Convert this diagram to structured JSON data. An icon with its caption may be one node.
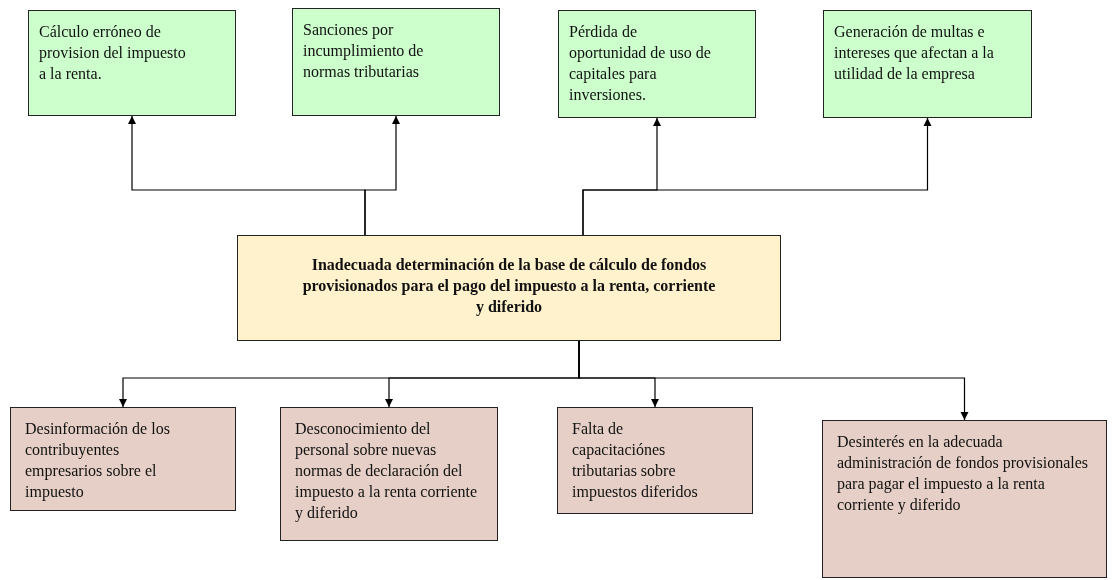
{
  "diagram": {
    "nodes": [
      {
        "text": [
          "Cálculo erróneo de provision del impuesto a la renta."
        ]
      },
      {
        "text": [
          "Sanciones por incumplimiento de normas tributarias"
        ]
      },
      {
        "text": [
          "Pérdida de oportunidad de uso de capitales para inversiones."
        ]
      },
      {
        "text": [
          "Generación de multas e intereses que afectan a la utilidad de la empresa"
        ]
      },
      {
        "text": [
          "Inadecuada determinación de la base de cálculo de fondos provisionados para el pago del impuesto a la renta, corriente y diferido"
        ]
      },
      {
        "text": [
          "Desinformación de los contribuyentes empresarios sobre el impuesto"
        ]
      },
      {
        "text": [
          "Desconocimiento del personal sobre nuevas normas de declaración del impuesto a la renta corriente y diferido"
        ]
      },
      {
        "text": [
          "Falta de capacitaciónes tributarias sobre impuestos diferidos"
        ]
      },
      {
        "text": [
          "Desinterés en la adecuada administración de fondos provisionales para pagar el impuesto a la renta corriente y diferido"
        ]
      }
    ],
    "edges": [
      {
        "from": 4,
        "to": 0,
        "arrow": "to"
      },
      {
        "from": 4,
        "to": 1,
        "arrow": "to"
      },
      {
        "from": 4,
        "to": 2,
        "arrow": "to"
      },
      {
        "from": 4,
        "to": 3,
        "arrow": "to"
      },
      {
        "from": 4,
        "to": 5,
        "arrow": "to"
      },
      {
        "from": 4,
        "to": 6,
        "arrow": "to"
      },
      {
        "from": 4,
        "to": 7,
        "arrow": "to"
      },
      {
        "from": 4,
        "to": 8,
        "arrow": "to"
      }
    ]
  }
}
